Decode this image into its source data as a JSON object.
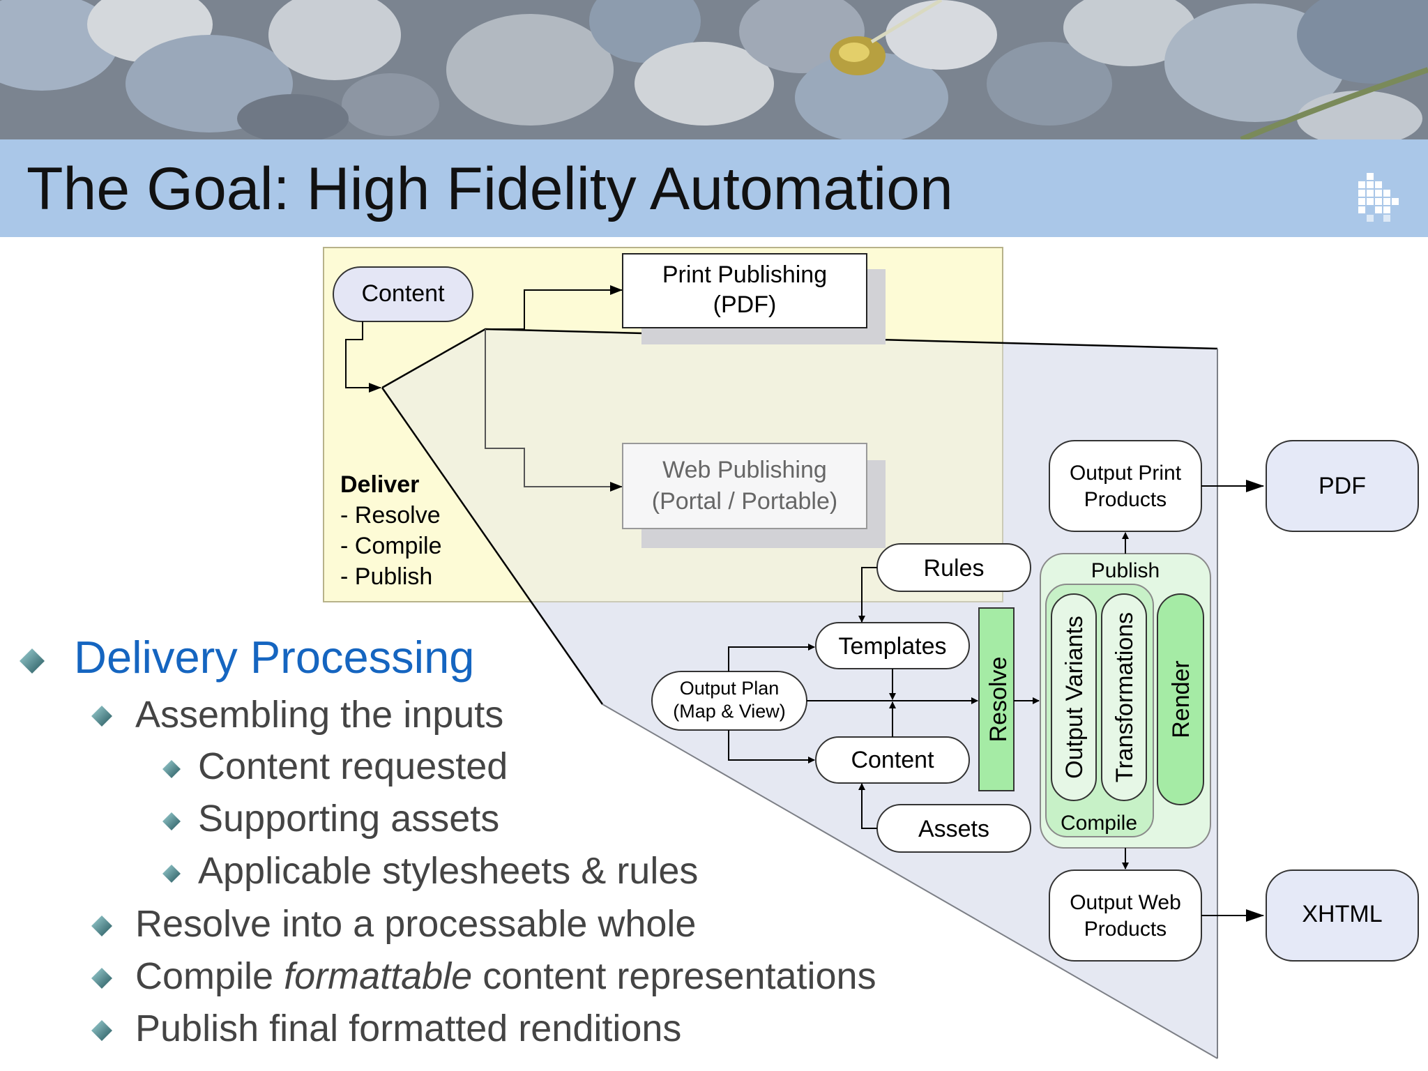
{
  "slide": {
    "title": "The Goal: High Fidelity Automation",
    "header_photo": "river-stones-photo",
    "logo_icon": "pixel-grid-logo-icon"
  },
  "overview": {
    "content_label": "Content",
    "print_box": [
      "Print Publishing",
      "(PDF)"
    ],
    "web_box": [
      "Web Publishing",
      "(Portal / Portable)"
    ],
    "deliver_title": "Deliver",
    "deliver_steps": [
      "- Resolve",
      "- Compile",
      "- Publish"
    ]
  },
  "detail": {
    "rules": "Rules",
    "templates": "Templates",
    "output_plan": [
      "Output Plan",
      "(Map & View)"
    ],
    "content": "Content",
    "assets": "Assets",
    "resolve": "Resolve",
    "publish": "Publish",
    "output_variants": "Output Variants",
    "transformations": "Transformations",
    "render": "Render",
    "compile": "Compile",
    "output_print": [
      "Output Print",
      "Products"
    ],
    "output_web": [
      "Output Web",
      "Products"
    ],
    "pdf": "PDF",
    "xhtml": "XHTML"
  },
  "bullets": {
    "main": "Delivery Processing",
    "assembling": "Assembling the inputs",
    "content_requested": "Content requested",
    "supporting_assets": "Supporting assets",
    "stylesheets": "Applicable stylesheets & rules",
    "resolve": "Resolve into a processable whole",
    "compile_pre": "Compile ",
    "compile_em": "formattable",
    "compile_post": " content representations",
    "publish": "Publish final formatted renditions"
  },
  "colors": {
    "header_band": "#aac7e8",
    "bullet_blue": "#1565c0",
    "body_text": "#444444",
    "overview_panel": "#fdfbd6",
    "zoom_panel": "#e5e9f7",
    "green_box": "#a5eba5",
    "green_panel": "#e3f7e3"
  }
}
